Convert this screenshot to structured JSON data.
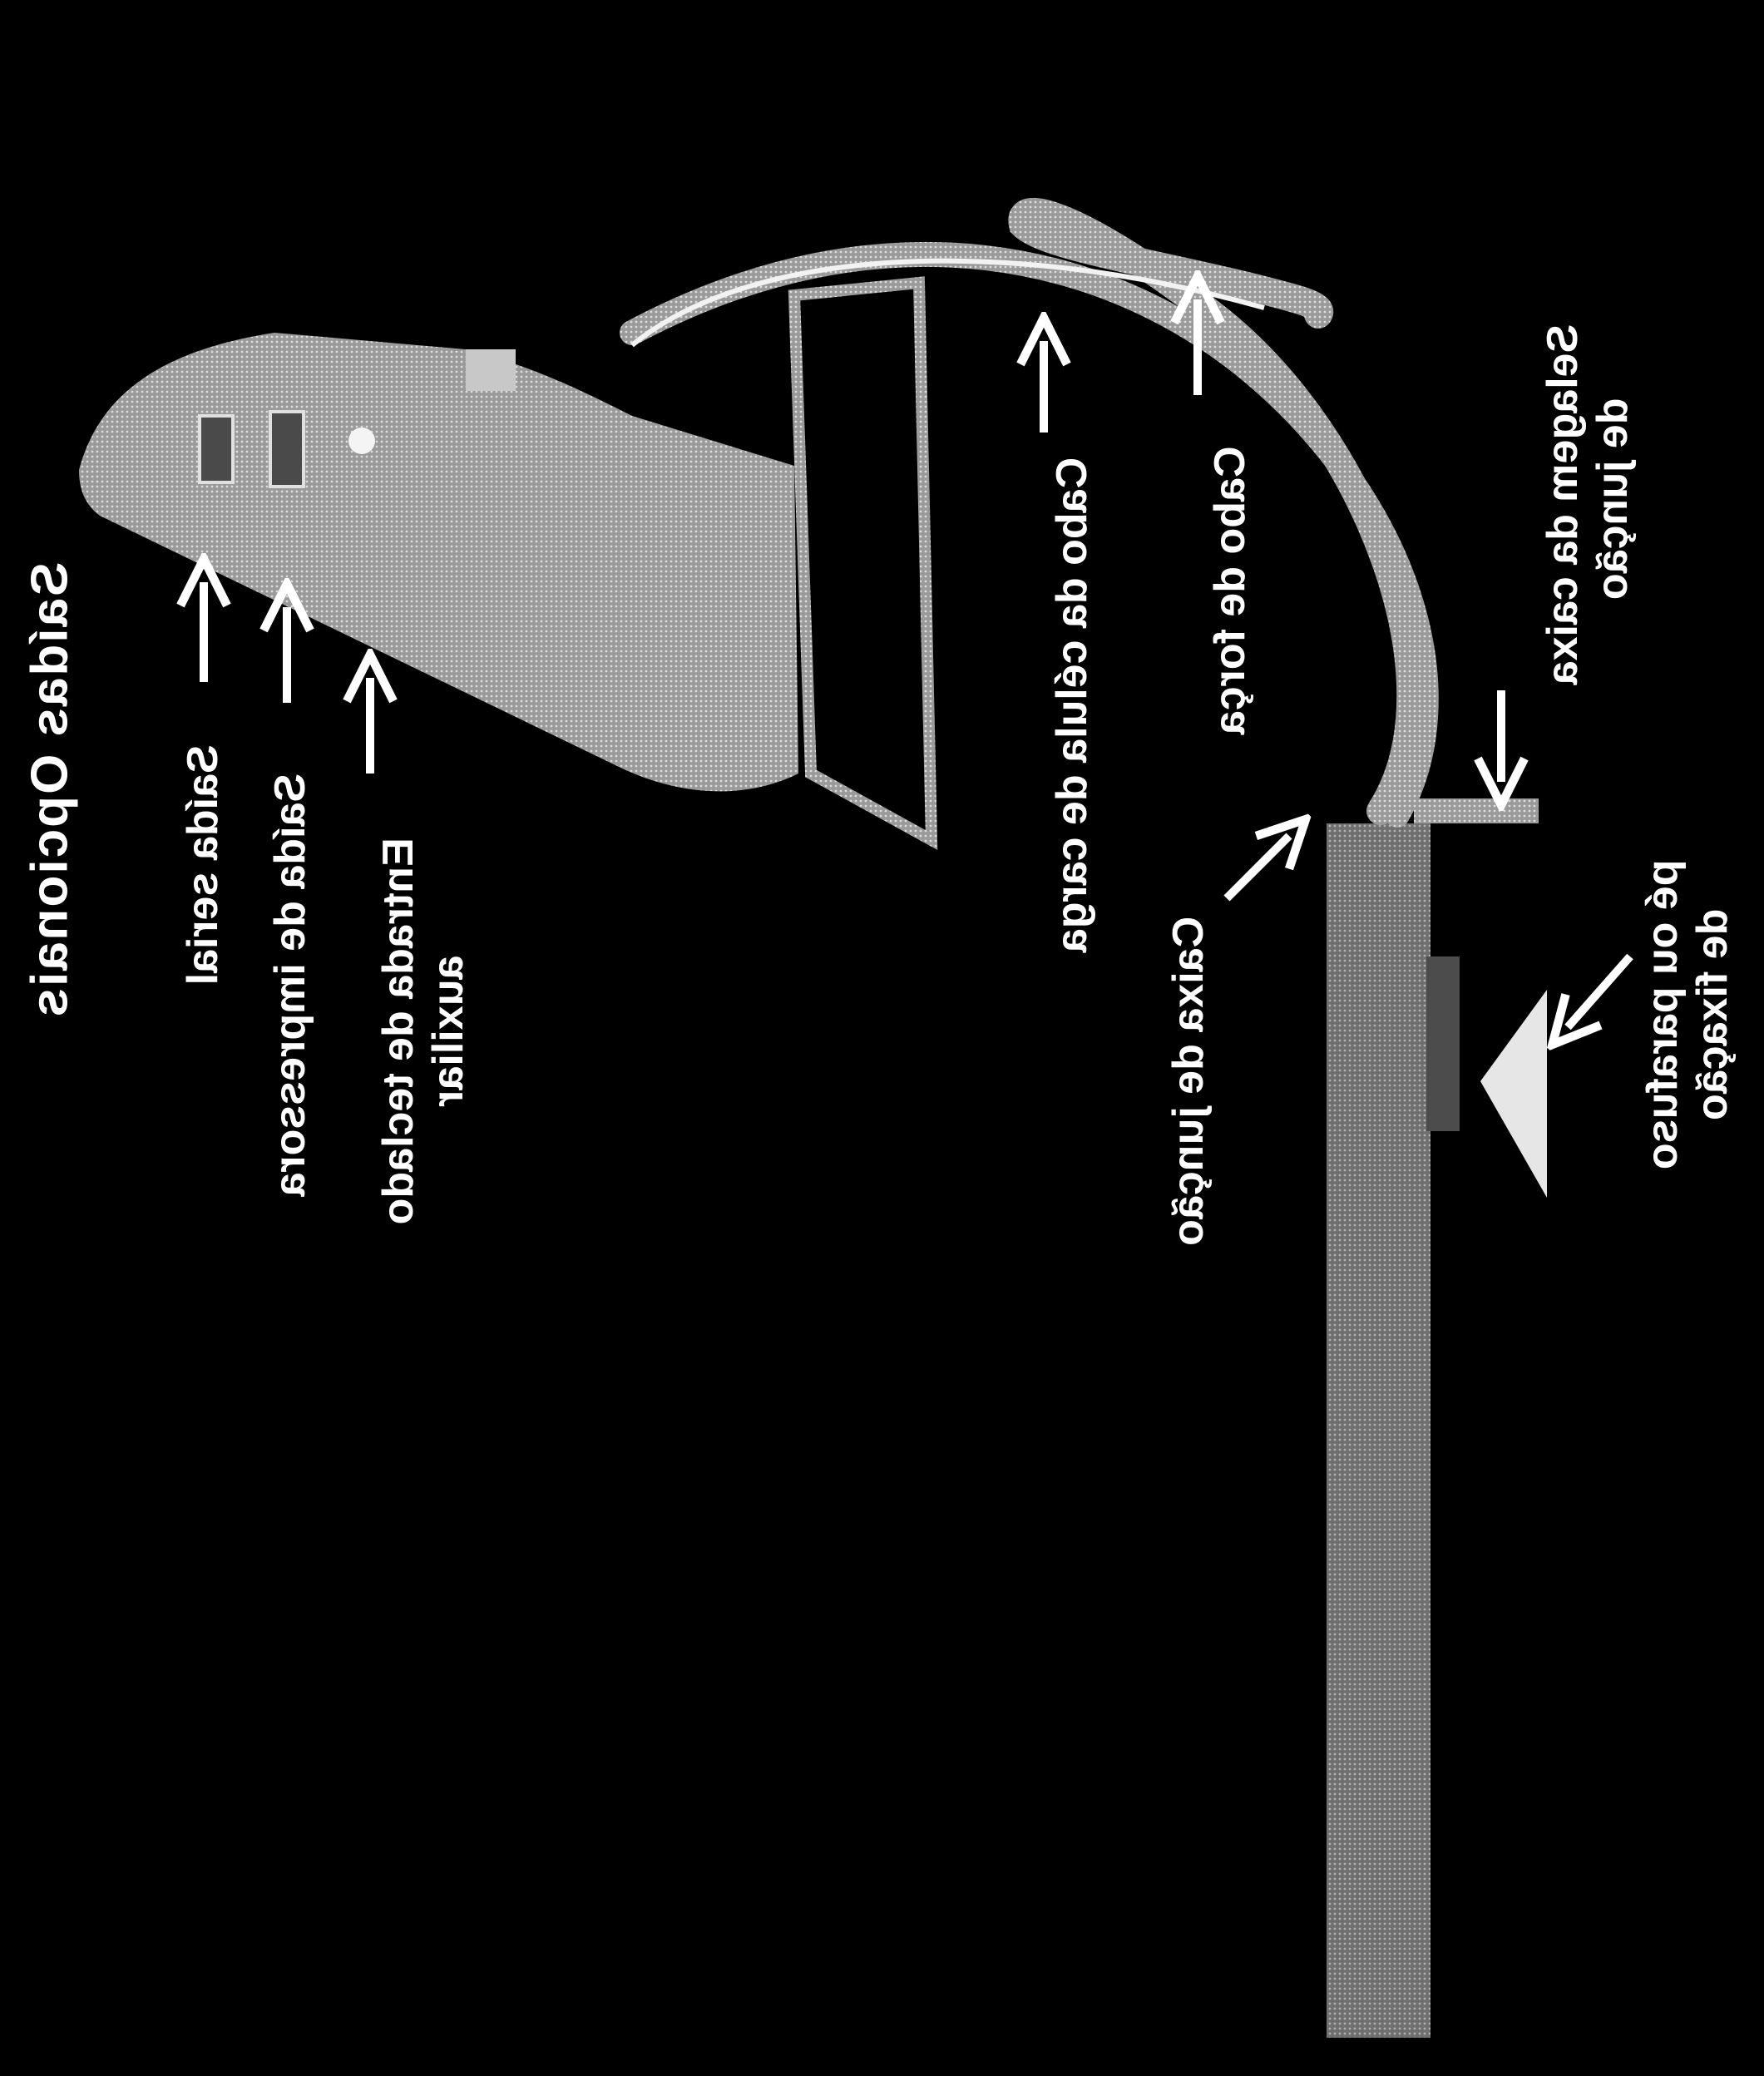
{
  "diagram": {
    "title": "Saídas Opcionais",
    "labels": {
      "serial": "Saída serial",
      "printer": "Saída de impressora",
      "keyboard_line1": "Entrada de teclado",
      "keyboard_line2": "auxiliar",
      "load_cell_cable": "Cabo da célula de carga",
      "power_cable": "Cabo de força",
      "junction_seal_line1": "Selagem da caixa",
      "junction_seal_line2": "de junção",
      "junction_box": "Caixa de junção",
      "foot_line1": "pé ou parafuso",
      "foot_line2": "de fixação"
    },
    "colors": {
      "background": "#000000",
      "device": "#b8b8b8",
      "pole": "#8a8a8a",
      "cable": "#a0a0a0",
      "text": "#ffffff"
    }
  }
}
